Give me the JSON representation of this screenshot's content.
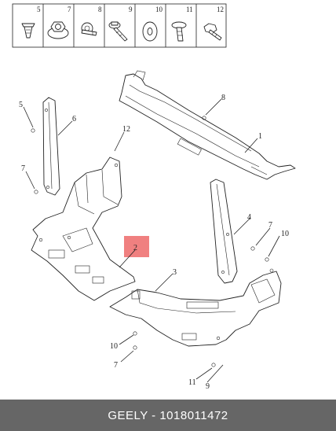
{
  "footer": {
    "text": "GEELY - 1018011472"
  },
  "header_cells": [
    "5",
    "7",
    "8",
    "9",
    "10",
    "11",
    "12"
  ],
  "callouts": [
    {
      "id": "c1",
      "text": "1"
    },
    {
      "id": "c2",
      "text": "2"
    },
    {
      "id": "c3",
      "text": "3"
    },
    {
      "id": "c4",
      "text": "4"
    },
    {
      "id": "c5",
      "text": "5"
    },
    {
      "id": "c6",
      "text": "6"
    },
    {
      "id": "c7a",
      "text": "7"
    },
    {
      "id": "c7b",
      "text": "7"
    },
    {
      "id": "c7c",
      "text": "7"
    },
    {
      "id": "c8",
      "text": "8"
    },
    {
      "id": "c9",
      "text": "9"
    },
    {
      "id": "c10a",
      "text": "10"
    },
    {
      "id": "c10b",
      "text": "10"
    },
    {
      "id": "c11",
      "text": "11"
    },
    {
      "id": "c12",
      "text": "12"
    }
  ],
  "colors": {
    "highlight": "#f08080",
    "footer_bg": "#666666",
    "line": "#222222"
  }
}
